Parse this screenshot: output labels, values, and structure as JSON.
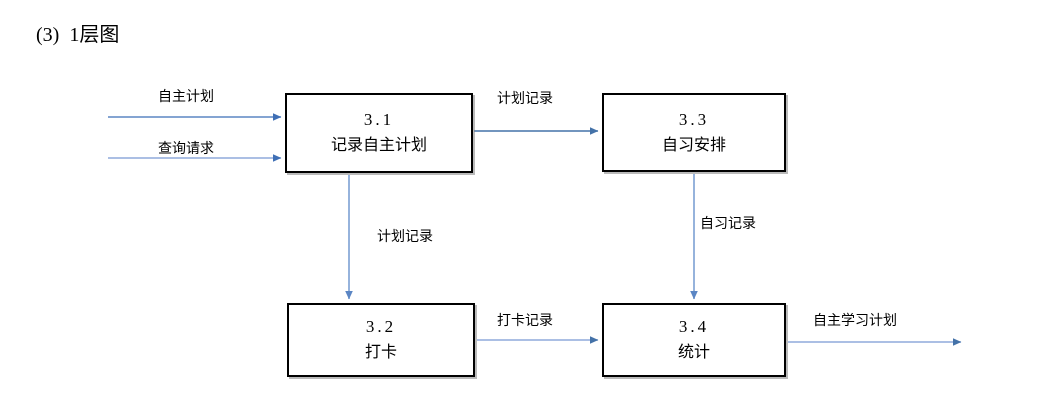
{
  "title": {
    "index": "(3)",
    "text": "1层图"
  },
  "diagram": {
    "kind": "data-flow-diagram",
    "level": "1层",
    "colors": {
      "box_border": "#000000",
      "box_fill": "#ffffff",
      "arrow": "#4472a8",
      "arrow_light": "#8faadc",
      "text": "#000000"
    },
    "processes": [
      {
        "id": "3.1",
        "name": "记录自主计划"
      },
      {
        "id": "3.3",
        "name": "自习安排"
      },
      {
        "id": "3.2",
        "name": "打卡"
      },
      {
        "id": "3.4",
        "name": "统计"
      }
    ],
    "flows": [
      {
        "label": "自主计划",
        "from": "external",
        "to": "3.1"
      },
      {
        "label": "查询请求",
        "from": "external",
        "to": "3.1"
      },
      {
        "label": "计划记录",
        "from": "3.1",
        "to": "3.3"
      },
      {
        "label": "计划记录",
        "from": "3.1",
        "to": "3.2"
      },
      {
        "label": "自习记录",
        "from": "3.3",
        "to": "3.4"
      },
      {
        "label": "打卡记录",
        "from": "3.2",
        "to": "3.4"
      },
      {
        "label": "自主学习计划",
        "from": "3.4",
        "to": "external"
      }
    ]
  }
}
